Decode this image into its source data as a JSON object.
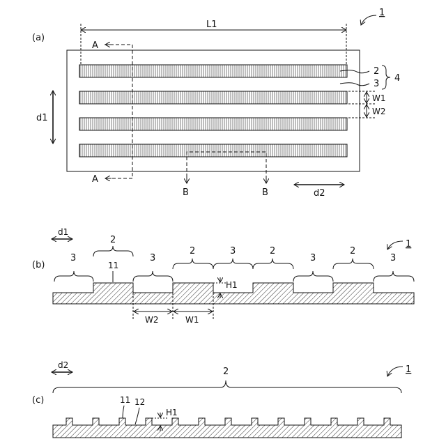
{
  "figure_ref": "1",
  "panels": {
    "a": {
      "label": "(a)",
      "length_label": "L1",
      "section_a_start": "A",
      "section_a_end": "A",
      "section_b_start": "B",
      "section_b_end": "B",
      "dir_label_left": "d1",
      "dir_label_bottom": "d2",
      "width_label_1": "W1",
      "width_label_2": "W2",
      "ref_2": "2",
      "ref_3": "3",
      "ref_4": "4"
    },
    "b": {
      "label": "(b)",
      "dir_label": "d1",
      "ref_11": "11",
      "height_label": "H1",
      "width_label_1": "W1",
      "width_label_2": "W2",
      "brace_labels": [
        "3",
        "2",
        "3",
        "2",
        "3",
        "2",
        "3",
        "2",
        "3"
      ]
    },
    "c": {
      "label": "(c)",
      "dir_label": "d2",
      "brace_label": "2",
      "ref_11": "11",
      "ref_12": "12",
      "height_label": "H1"
    }
  }
}
